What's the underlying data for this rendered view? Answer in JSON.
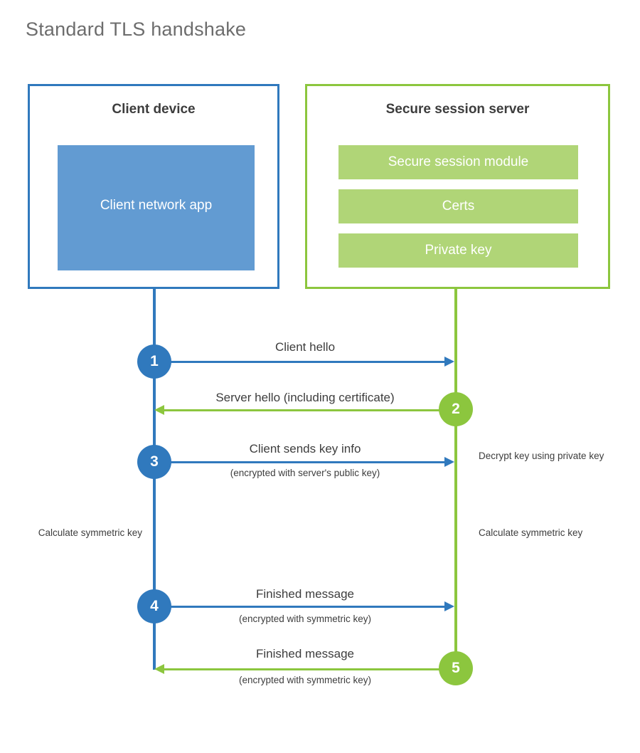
{
  "title": "Standard TLS handshake",
  "colors": {
    "client_blue": "#3079bd",
    "client_fill": "#629bd2",
    "server_green": "#8cc63e",
    "server_fill": "#b0d577",
    "text_dark": "#3d3d3d",
    "title_gray": "#6d6d6d",
    "background": "#ffffff"
  },
  "client": {
    "title": "Client device",
    "app_label": "Client network app",
    "note": "Calculate symmetric key"
  },
  "server": {
    "title": "Secure session server",
    "components": [
      "Secure session module",
      "Certs",
      "Private key"
    ],
    "note_decrypt": "Decrypt key using private key",
    "note_calculate": "Calculate symmetric key"
  },
  "steps": [
    {
      "number": "1",
      "direction": "client-to-server",
      "label": "Client hello",
      "sublabel": ""
    },
    {
      "number": "2",
      "direction": "server-to-client",
      "label": "Server hello (including certificate)",
      "sublabel": ""
    },
    {
      "number": "3",
      "direction": "client-to-server",
      "label": "Client sends key info",
      "sublabel": "(encrypted with server's public key)"
    },
    {
      "number": "4",
      "direction": "client-to-server",
      "label": "Finished message",
      "sublabel": "(encrypted with symmetric key)"
    },
    {
      "number": "5",
      "direction": "server-to-client",
      "label": "Finished message",
      "sublabel": "(encrypted with symmetric key)"
    }
  ]
}
